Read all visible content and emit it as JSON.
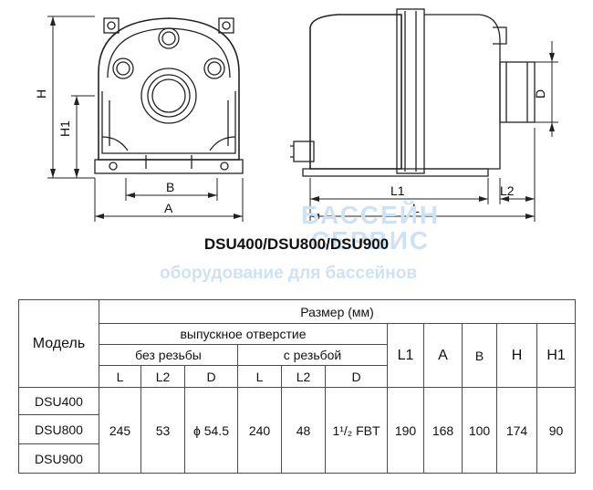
{
  "drawing": {
    "front_view": {
      "labels": {
        "H": "H",
        "H1": "H1",
        "B": "B",
        "A": "A"
      }
    },
    "side_view": {
      "labels": {
        "L1": "L1",
        "L": "L",
        "L2": "L2",
        "D": "D"
      }
    }
  },
  "watermark": {
    "line1": "БАССЕЙН",
    "line2": "СЕРВИС",
    "line3": "оборудование для бассейнов"
  },
  "caption": "DSU400/DSU800/DSU900",
  "table": {
    "header_model": "Модель",
    "header_size": "Размер (мм)",
    "header_outlet": "выпускное отверстие",
    "header_no_thread": "без резьбы",
    "header_thread": "с резьбой",
    "sub_no_thread": [
      "L",
      "L2",
      "D"
    ],
    "sub_thread": [
      "L",
      "L2",
      "D"
    ],
    "extra_headers": [
      "L1",
      "A",
      "B",
      "H",
      "H1"
    ],
    "models": [
      "DSU400",
      "DSU800",
      "DSU900"
    ],
    "values": {
      "no_thread": [
        "245",
        "53",
        "ϕ 54.5"
      ],
      "thread": [
        "240",
        "48",
        "1¹/₂ FBT"
      ],
      "extra": [
        "190",
        "168",
        "100",
        "174",
        "90"
      ]
    }
  }
}
